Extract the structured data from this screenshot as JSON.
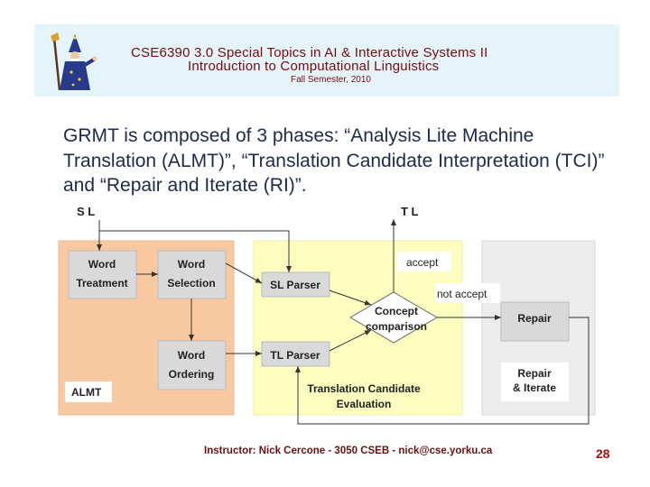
{
  "header": {
    "line1": "CSE6390 3.0 Special Topics in AI & Interactive Systems II",
    "line2": "Introduction to Computational Linguistics",
    "line3": "Fall Semester, 2010"
  },
  "body": {
    "paragraph": "GRMT is composed of 3 phases: “Analysis Lite Machine Translation (ALMT)”, “Translation Candidate Interpretation (TCI)” and “Repair and Iterate (RI)”."
  },
  "diagram": {
    "sl": "S L",
    "tl": "T L",
    "word_treatment_1": "Word",
    "word_treatment_2": "Treatment",
    "word_selection_1": "Word",
    "word_selection_2": "Selection",
    "word_ordering_1": "Word",
    "word_ordering_2": "Ordering",
    "almt": "ALMT",
    "sl_parser": "SL Parser",
    "tl_parser": "TL Parser",
    "concept_1": "Concept",
    "concept_2": "comparison",
    "accept": "accept",
    "not_accept": "not accept",
    "tce_1": "Translation Candidate",
    "tce_2": "Evaluation",
    "repair": "Repair",
    "repair_iterate_1": "Repair",
    "repair_iterate_2": "& Iterate"
  },
  "footer": {
    "instructor": "Instructor: Nick Cercone - 3050 CSEB - nick@cse.yorku.ca",
    "page": "28"
  },
  "colors": {
    "header_bg": "#e4f4fa",
    "almt_bg": "#f8c9a0",
    "tci_bg": "#fdfdc0",
    "ri_bg": "#ececec",
    "title_color": "#7a0a0a"
  }
}
